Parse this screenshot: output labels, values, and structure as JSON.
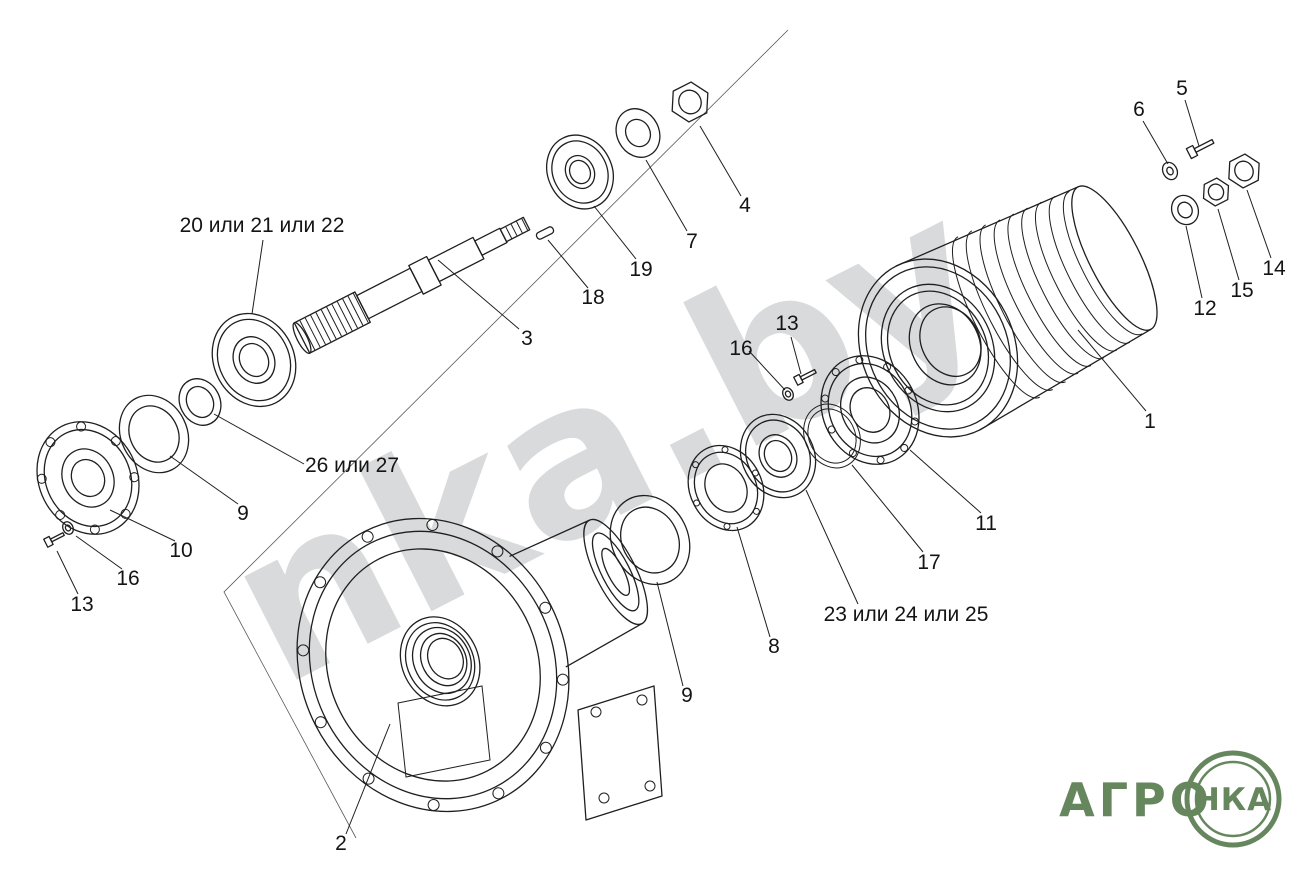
{
  "watermark": "nka.by",
  "logo": {
    "brand": "АГРО",
    "badge": "НКА",
    "green": "#5a7d50"
  },
  "diagram": {
    "type": "exploded-parts-diagram",
    "labels": [
      {
        "id": "20-21-22",
        "text": "20 или 21 или 22"
      },
      {
        "id": "3",
        "text": "3"
      },
      {
        "id": "18",
        "text": "18"
      },
      {
        "id": "19",
        "text": "19"
      },
      {
        "id": "7",
        "text": "7"
      },
      {
        "id": "4",
        "text": "4"
      },
      {
        "id": "6",
        "text": "6"
      },
      {
        "id": "5",
        "text": "5"
      },
      {
        "id": "12",
        "text": "12"
      },
      {
        "id": "15",
        "text": "15"
      },
      {
        "id": "14",
        "text": "14"
      },
      {
        "id": "1",
        "text": "1"
      },
      {
        "id": "11",
        "text": "11"
      },
      {
        "id": "17",
        "text": "17"
      },
      {
        "id": "13-right",
        "text": "13"
      },
      {
        "id": "16-right",
        "text": "16"
      },
      {
        "id": "26-27",
        "text": "26 или 27"
      },
      {
        "id": "9-left",
        "text": "9"
      },
      {
        "id": "10",
        "text": "10"
      },
      {
        "id": "16-left",
        "text": "16"
      },
      {
        "id": "13-left",
        "text": "13"
      },
      {
        "id": "8",
        "text": "8"
      },
      {
        "id": "23-24-25",
        "text": "23 или 24 или 25"
      },
      {
        "id": "9-bottom",
        "text": "9"
      },
      {
        "id": "2",
        "text": "2"
      }
    ]
  }
}
